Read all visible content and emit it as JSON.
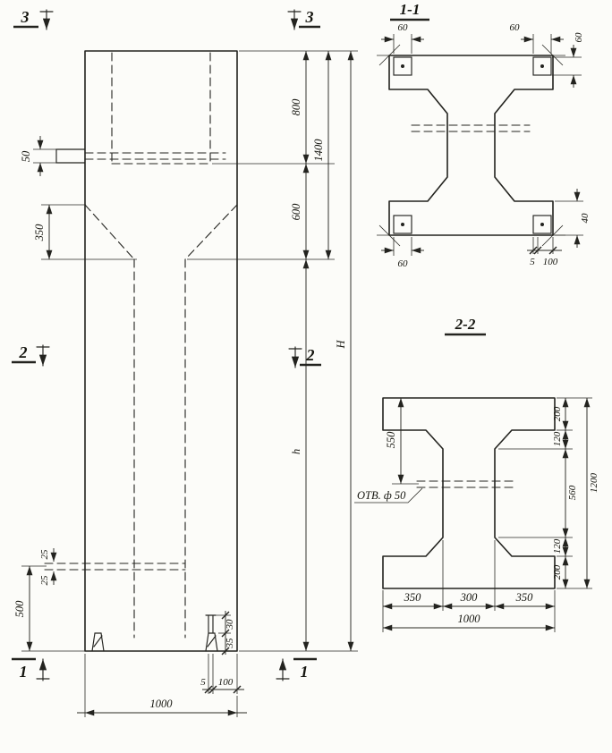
{
  "marks": {
    "s3_left": "3",
    "s3_right": "3",
    "s2_left": "2",
    "s2_right": "2",
    "s1_left": "1",
    "s1_right": "1"
  },
  "elevation": {
    "d50": "50",
    "d350": "350",
    "d25_a": "25",
    "d25_b": "25",
    "d500": "500",
    "d800": "800",
    "d600": "600",
    "d1400": "1400",
    "dh": "h",
    "dH": "H",
    "d30": "30",
    "d35": "35",
    "d5": "5",
    "d100": "100",
    "d1000": "1000"
  },
  "section11": {
    "title": "1-1",
    "d60_tl": "60",
    "d60_tr": "60",
    "d60_tr_v": "60",
    "d60_bl": "60",
    "d5": "5",
    "d100": "100",
    "d40": "40"
  },
  "section22": {
    "title": "2-2",
    "hole_label": "ОТВ. ф 50",
    "d550": "550",
    "d200_t": "200",
    "d120_t": "120",
    "d560": "560",
    "d120_b": "120",
    "d200_b": "200",
    "d1200": "1200",
    "d350_l": "350",
    "d300": "300",
    "d350_r": "350",
    "d1000": "1000"
  }
}
